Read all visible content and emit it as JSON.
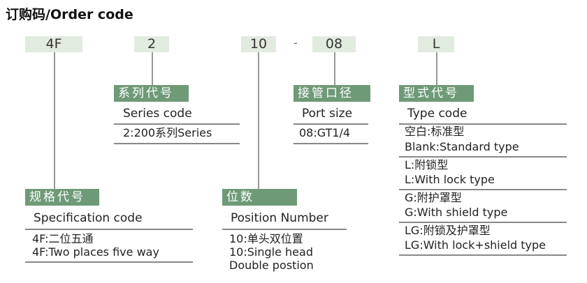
{
  "title": "订购码/Order code",
  "codes": {
    "c1": "4F",
    "c2": "2",
    "c3": "10",
    "dash": "-",
    "c4": "08",
    "c5": "L"
  },
  "series": {
    "label": "系列代号",
    "heading": "Series code",
    "items": [
      "2:200系列Series"
    ]
  },
  "port": {
    "label": "接管口径",
    "heading": "Port size",
    "items": [
      "08:GT1/4"
    ]
  },
  "type": {
    "label": "型式代号",
    "heading": "Type code",
    "items": [
      [
        "空白:标准型",
        "Blank:Standard type"
      ],
      [
        "L:附锁型",
        "L:With lock type"
      ],
      [
        "G:附护罩型",
        "G:With shield type"
      ],
      [
        "LG:附锁及护罩型",
        "LG:With lock+shield type"
      ]
    ]
  },
  "spec": {
    "label": "规格代号",
    "heading": "Specification code",
    "items": [
      "4F:二位五通",
      "4F:Two places five way"
    ]
  },
  "position": {
    "label": "位数",
    "heading": "Position Number",
    "items": [
      "10:单头双位置",
      "10:Single head",
      "Double postion"
    ]
  },
  "colors": {
    "box": "#e2ebdf",
    "label": "#6f9a77"
  }
}
